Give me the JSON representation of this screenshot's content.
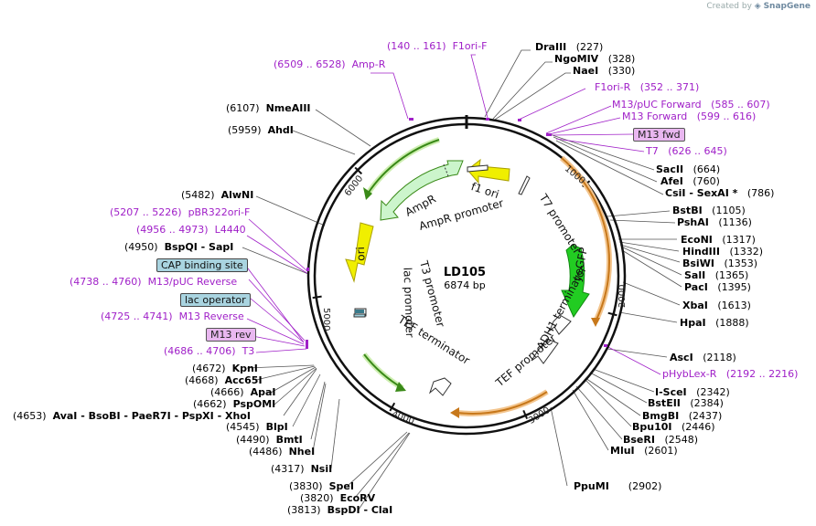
{
  "plasmid": {
    "name": "LD105",
    "length_label": "6874 bp",
    "length": 6874
  },
  "credit": {
    "prefix": "Created by",
    "brand": "SnapGene"
  },
  "ticks": [
    "1000",
    "2000",
    "3000",
    "4000",
    "5000",
    "6000"
  ],
  "features": [
    {
      "id": "f1ori",
      "label": "f1 ori",
      "color": "#f0ef00",
      "stroke": "#bbaa00"
    },
    {
      "id": "t7promoter",
      "label": "T7 promoter",
      "color": "#ffffff"
    },
    {
      "id": "ampr",
      "label": "AmpR",
      "color": "#ccf5cc",
      "stroke": "#559955"
    },
    {
      "id": "amprpromoter",
      "label": "AmpR promoter",
      "color": "#ffffff"
    },
    {
      "id": "ori",
      "label": "ori",
      "color": "#f0ef00",
      "stroke": "#bbaa00"
    },
    {
      "id": "lacpromoter",
      "label": "lac promoter",
      "color": "#ffffff"
    },
    {
      "id": "t3promoter",
      "label": "T3 promoter",
      "color": "#ffffff"
    },
    {
      "id": "tefterm",
      "label": "TEF terminator",
      "color": "#ffffff"
    },
    {
      "id": "yegfp",
      "label": "yeGFP",
      "color": "#22cc22",
      "stroke": "#118811"
    },
    {
      "id": "adh1term",
      "label": "ADH1 terminator",
      "color": "#ffffff"
    },
    {
      "id": "tefprom",
      "label": "TEF promoter",
      "color": "#ffffff"
    }
  ],
  "sites": [
    {
      "name": "DraIII",
      "pos": "(227)"
    },
    {
      "name": "NgoMIV",
      "pos": "(328)"
    },
    {
      "name": "NaeI",
      "pos": "(330)"
    },
    {
      "name": "SacII",
      "pos": "(664)"
    },
    {
      "name": "AfeI",
      "pos": "(760)"
    },
    {
      "name": "CsiI",
      "extra": " - SexAI *",
      "pos": "(786)"
    },
    {
      "name": "BstBI",
      "pos": "(1105)"
    },
    {
      "name": "PshAI",
      "pos": "(1136)"
    },
    {
      "name": "EcoNI",
      "pos": "(1317)"
    },
    {
      "name": "HindIII",
      "pos": "(1332)"
    },
    {
      "name": "BsiWI",
      "pos": "(1353)"
    },
    {
      "name": "SalI",
      "pos": "(1365)"
    },
    {
      "name": "PacI",
      "pos": "(1395)"
    },
    {
      "name": "XbaI",
      "pos": "(1613)"
    },
    {
      "name": "HpaI",
      "pos": "(1888)"
    },
    {
      "name": "AscI",
      "pos": "(2118)"
    },
    {
      "name": "I-SceI",
      "pos": "(2342)"
    },
    {
      "name": "BstEII",
      "pos": "(2384)"
    },
    {
      "name": "BmgBI",
      "pos": "(2437)"
    },
    {
      "name": "Bpu10I",
      "pos": "(2446)"
    },
    {
      "name": "BseRI",
      "pos": "(2548)"
    },
    {
      "name": "MluI",
      "pos": "(2601)"
    },
    {
      "name": "PpuMI",
      "pos": "(2902)"
    },
    {
      "name": "NsiI",
      "pos": "(4317)"
    },
    {
      "name": "SpeI",
      "pos": "(3830)"
    },
    {
      "name": "EcoRV",
      "pos": "(3820)"
    },
    {
      "name": "BspDI",
      "extra": " - ClaI",
      "pos": "(3813)"
    },
    {
      "name": "NheI",
      "pos": "(4486)"
    },
    {
      "name": "BmtI",
      "pos": "(4490)"
    },
    {
      "name": "BlpI",
      "pos": "(4545)"
    },
    {
      "name": "AvaI",
      "extra": " - BsoBI - PaeR7I - PspXI - XhoI",
      "pos": "(4653)"
    },
    {
      "name": "PspOMI",
      "pos": "(4662)"
    },
    {
      "name": "ApaI",
      "pos": "(4666)"
    },
    {
      "name": "Acc65I",
      "pos": "(4668)"
    },
    {
      "name": "KpnI",
      "pos": "(4672)"
    },
    {
      "name": "BspQI",
      "extra": " - SapI",
      "pos": "(4950)"
    },
    {
      "name": "AlwNI",
      "pos": "(5482)"
    },
    {
      "name": "AhdI",
      "pos": "(5959)"
    },
    {
      "name": "NmeAIII",
      "pos": "(6107)"
    }
  ],
  "primers": [
    {
      "range": "(140 .. 161)",
      "name": "F1ori-F"
    },
    {
      "range": "(6509 .. 6528)",
      "name": "Amp-R"
    },
    {
      "range": "(352 .. 371)",
      "name": "F1ori-R"
    },
    {
      "range": "(585 .. 607)",
      "name": "M13/pUC Forward"
    },
    {
      "range": "(599 .. 616)",
      "name": "M13 Forward"
    },
    {
      "name": "M13 fwd"
    },
    {
      "range": "(626 .. 645)",
      "name": "T7"
    },
    {
      "range": "(2192 .. 2216)",
      "name": "pHybLex-R"
    },
    {
      "range": "(5207 .. 5226)",
      "name": "pBR322ori-F"
    },
    {
      "range": "(4956 .. 4973)",
      "name": "L4440"
    },
    {
      "name": "CAP binding site"
    },
    {
      "range": "(4738 .. 4760)",
      "name": "M13/pUC Reverse"
    },
    {
      "name": "lac operator"
    },
    {
      "range": "(4725 .. 4741)",
      "name": "M13 Reverse"
    },
    {
      "name": "M13 rev"
    },
    {
      "range": "(4686 .. 4706)",
      "name": "T3"
    }
  ]
}
